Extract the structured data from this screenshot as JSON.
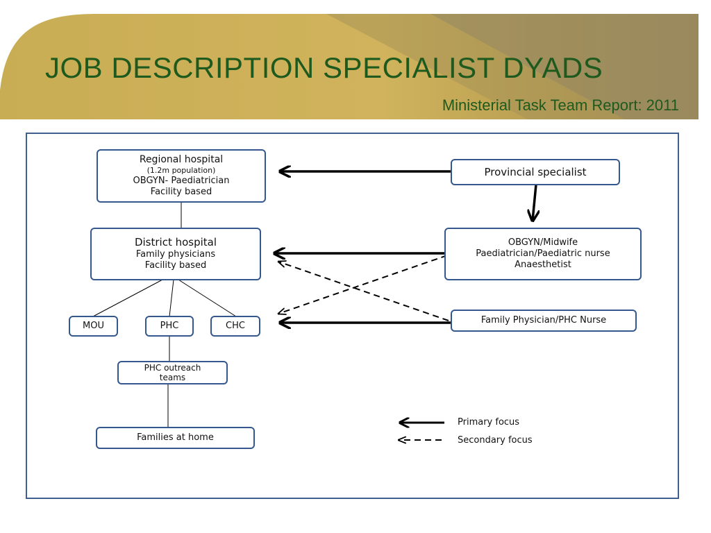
{
  "slide": {
    "title": "JOB DESCRIPTION SPECIALIST DYADS",
    "subtitle": "Ministerial Task Team Report: 2011"
  },
  "diagram": {
    "regional": {
      "title": "Regional hospital",
      "population": "(1.2m population)",
      "staff": "OBGYN-  Paediatrician",
      "basis": "Facility based"
    },
    "district": {
      "title": "District hospital",
      "staff": "Family physicians",
      "basis": "Facility based"
    },
    "mou": "MOU",
    "phc": "PHC",
    "chc": "CHC",
    "outreach": "PHC outreach teams",
    "families": "Families at home",
    "provincial": "Provincial specialist",
    "obgyn": {
      "line1": "OBGYN/Midwife",
      "line2": "Paediatrician/Paediatric nurse",
      "line3": "Anaesthetist"
    },
    "family_physician": "Family Physician/PHC Nurse"
  },
  "legend": {
    "primary": "Primary focus",
    "secondary": "Secondary  focus"
  },
  "colors": {
    "title": "#1e5a1e",
    "box_border": "#34578e",
    "header_gold": "#c9ad55"
  }
}
